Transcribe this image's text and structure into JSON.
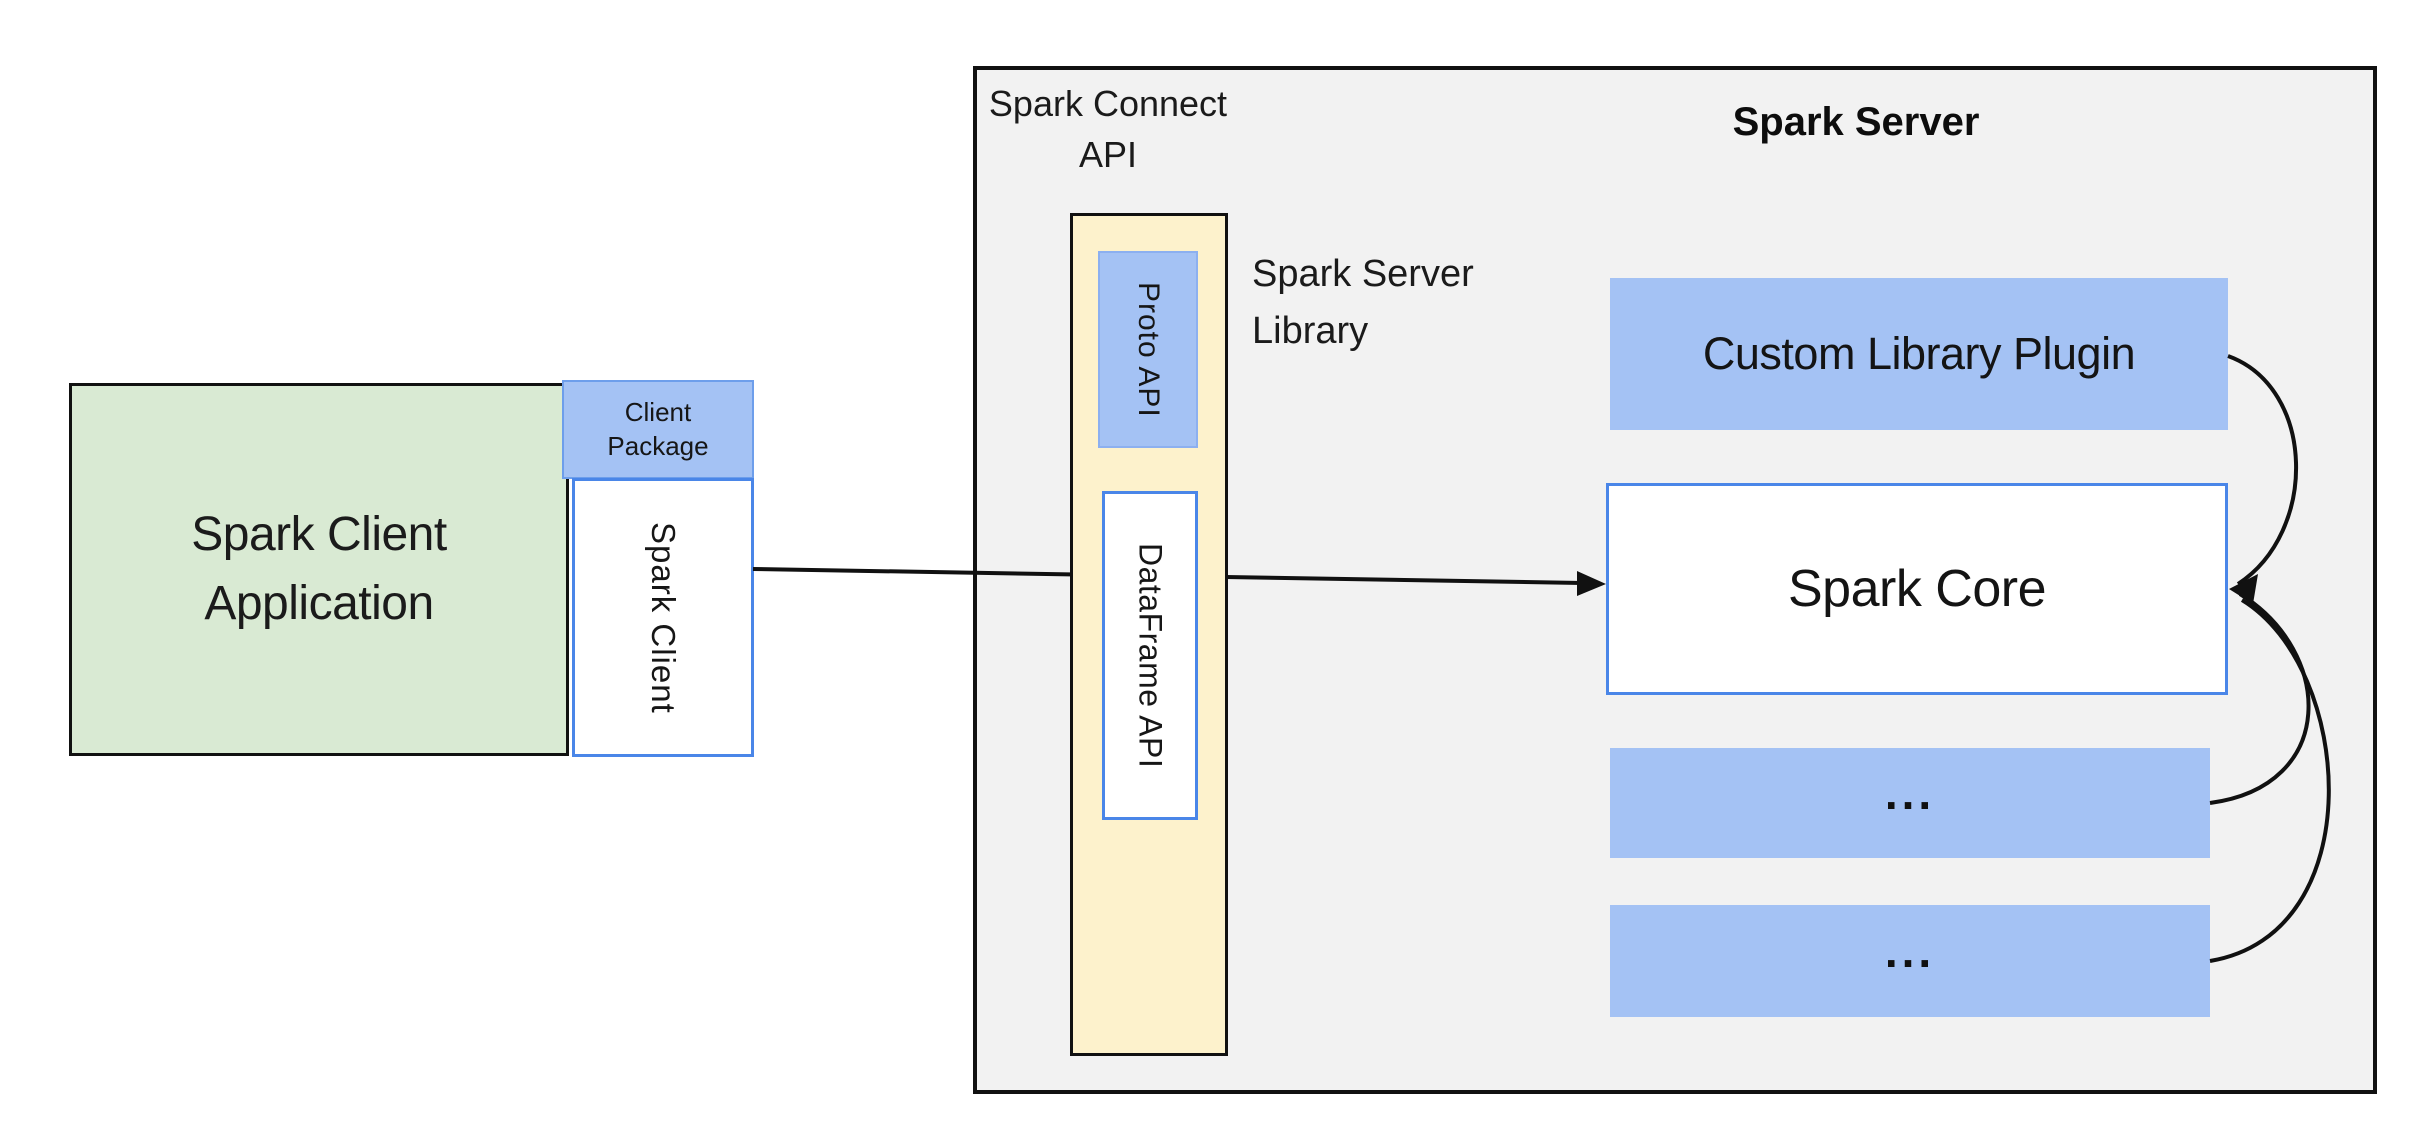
{
  "colors": {
    "canvas_bg": "#ffffff",
    "server_panel_bg": "#f2f2f2",
    "panel_border": "#111111",
    "client_app_fill": "#d9ead3",
    "connect_bar_fill": "#fdf2cc",
    "blue_fill": "#a4c2f4",
    "blue_border": "#4a86e8",
    "arrow": "#111111",
    "text": "#1f1f1f"
  },
  "titles": {
    "spark_connect_api": {
      "line1": "Spark Connect",
      "line2": "API"
    },
    "spark_server": {
      "label": "Spark Server"
    },
    "spark_server_library": {
      "line1": "Spark Server",
      "line2": "Library"
    }
  },
  "boxes": {
    "client_app": {
      "line1": "Spark Client",
      "line2": "Application"
    },
    "client_package": {
      "line1": "Client",
      "line2": "Package"
    },
    "spark_client": {
      "label": "Spark Client"
    },
    "proto_api": {
      "label": "Proto API"
    },
    "dataframe_api": {
      "label": "DataFrame API"
    },
    "custom_library_plugin": {
      "label": "Custom Library Plugin"
    },
    "spark_core": {
      "label": "Spark Core"
    },
    "plugin_slot_1": {
      "label": "..."
    },
    "plugin_slot_2": {
      "label": "..."
    }
  }
}
